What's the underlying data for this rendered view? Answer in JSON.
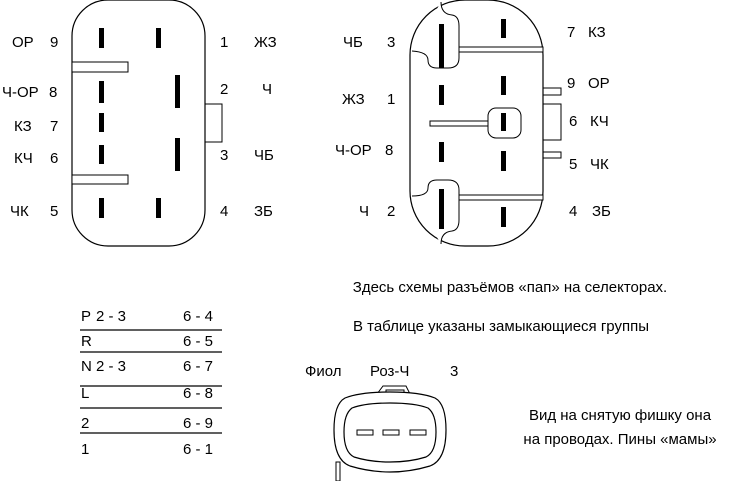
{
  "left_connector": {
    "left_labels": [
      {
        "wire": "ОР",
        "pin": "9"
      },
      {
        "wire": "Ч-ОР",
        "pin": "8"
      },
      {
        "wire": "КЗ",
        "pin": "7"
      },
      {
        "wire": "КЧ",
        "pin": "6"
      },
      {
        "wire": "ЧК",
        "pin": "5"
      }
    ],
    "right_labels": [
      {
        "pin": "1",
        "wire": "ЖЗ"
      },
      {
        "pin": "2",
        "wire": "Ч"
      },
      {
        "pin": "3",
        "wire": "ЧБ"
      },
      {
        "pin": "4",
        "wire": "ЗБ"
      }
    ]
  },
  "right_connector": {
    "left_labels": [
      {
        "wire": "ЧБ",
        "pin": "3"
      },
      {
        "wire": "ЖЗ",
        "pin": "1"
      },
      {
        "wire": "Ч-ОР",
        "pin": "8"
      },
      {
        "wire": "Ч",
        "pin": "2"
      }
    ],
    "right_labels": [
      {
        "pin": "7",
        "wire": "КЗ"
      },
      {
        "pin": "9",
        "wire": "ОР"
      },
      {
        "pin": "6",
        "wire": "КЧ"
      },
      {
        "pin": "5",
        "wire": "ЧК"
      },
      {
        "pin": "4",
        "wire": "ЗБ"
      }
    ]
  },
  "notes": {
    "line1": "Здесь схемы разъёмов «пап» на селекторах.",
    "line2": "В таблице указаны замыкающиеся группы"
  },
  "table": [
    {
      "pos": "P",
      "group1": "2 - 3",
      "group2": "6 - 4"
    },
    {
      "pos": "R",
      "group1": "",
      "group2": "6 - 5"
    },
    {
      "pos": "N",
      "group1": "2 - 3",
      "group2": "6 - 7"
    },
    {
      "pos": "L",
      "group1": "",
      "group2": "6 - 8"
    },
    {
      "pos": "2",
      "group1": "",
      "group2": "6 - 9"
    },
    {
      "pos": "1",
      "group1": "",
      "group2": "6 - 1"
    }
  ],
  "plug": {
    "labels": [
      "Фиол",
      "Роз-Ч",
      "3"
    ],
    "caption1": "Вид на снятую фишку она",
    "caption2": "на проводах. Пины «мамы»"
  }
}
